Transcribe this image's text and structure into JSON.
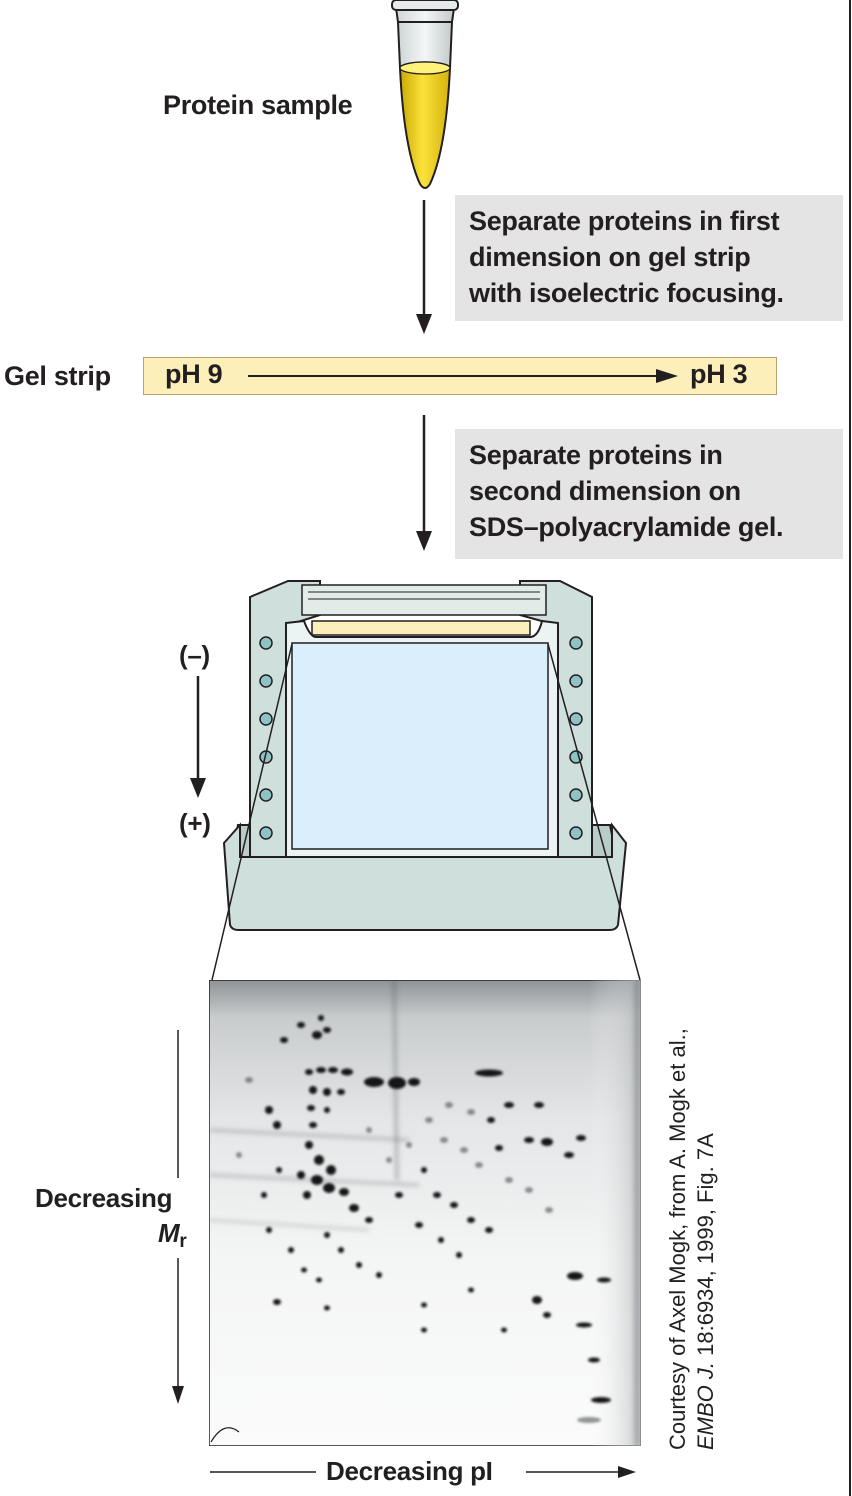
{
  "labels": {
    "protein_sample": "Protein sample",
    "gel_strip": "Gel strip",
    "ph_left": "pH 9",
    "ph_right": "pH 3",
    "minus": "(–)",
    "plus": "(+)",
    "decreasing": "Decreasing",
    "mr_symbol": "M",
    "mr_subscript": "r",
    "decreasing_pi": "Decreasing pI"
  },
  "steps": {
    "step1": [
      "Separate proteins in first",
      "dimension on gel strip",
      "with isoelectric focusing."
    ],
    "step2": [
      "Separate proteins in",
      "second dimension on",
      "SDS–polyacrylamide gel."
    ]
  },
  "credit": {
    "line1": "Courtesy of Axel Mogk, from A. Mogk et al.,",
    "line2_journal": "EMBO J.",
    "line2_rest": " 18:6934, 1999, Fig. 7A"
  },
  "colors": {
    "sample_liquid": "#f2d21a",
    "gel_strip_fill": "#fcefba",
    "apparatus_frame": "#cfe0dc",
    "gel_slab": "#dbeefc",
    "step_box_bg": "#e4e4e4"
  }
}
